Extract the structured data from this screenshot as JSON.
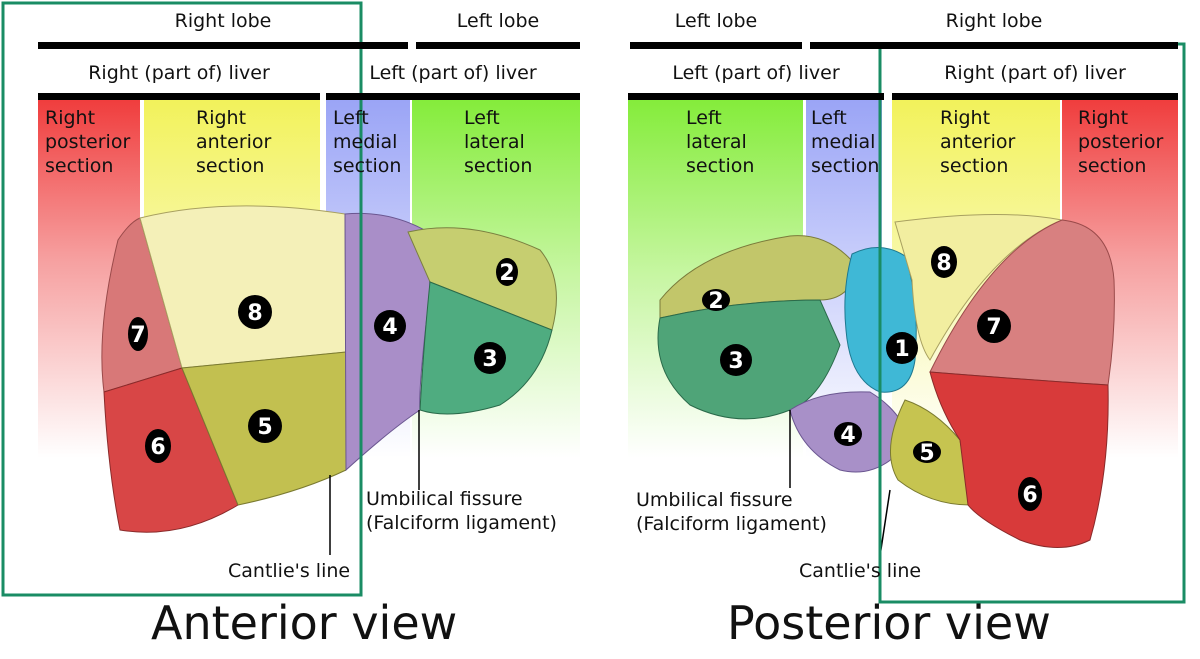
{
  "anterior": {
    "lobes": [
      "Right lobe",
      "Left lobe"
    ],
    "parts": [
      "Right (part of) liver",
      "Left (part of) liver"
    ],
    "sections": {
      "right_posterior": [
        "Right",
        "posterior",
        "section"
      ],
      "right_anterior": [
        "Right",
        "anterior",
        "section"
      ],
      "left_medial": [
        "Left",
        "medial",
        "section"
      ],
      "left_lateral": [
        "Left",
        "lateral",
        "section"
      ]
    },
    "segments": [
      "7",
      "8",
      "6",
      "5",
      "4",
      "2",
      "3"
    ],
    "fissure": [
      "Umbilical fissure",
      "(Falciform ligament)"
    ],
    "cantlie": "Cantlie's line",
    "caption": "Anterior view"
  },
  "posterior": {
    "lobes": [
      "Left lobe",
      "Right lobe"
    ],
    "parts": [
      "Left (part of) liver",
      "Right (part of) liver"
    ],
    "sections": {
      "left_lateral": [
        "Left",
        "lateral",
        "section"
      ],
      "left_medial": [
        "Left",
        "medial",
        "section"
      ],
      "right_anterior": [
        "Right",
        "anterior",
        "section"
      ],
      "right_posterior": [
        "Right",
        "posterior",
        "section"
      ]
    },
    "segments": [
      "2",
      "3",
      "1",
      "8",
      "7",
      "4",
      "5",
      "6"
    ],
    "fissure": [
      "Umbilical fissure",
      "(Falciform ligament)"
    ],
    "cantlie": "Cantlie's line",
    "caption": "Posterior view"
  },
  "colors": {
    "right_posterior": "#f04444",
    "right_anterior": "#f0f060",
    "left_medial": "#a0aaf8",
    "left_lateral": "#88ee44",
    "highlight_box": "#1a8c64",
    "caudate": "#3fb8d6"
  }
}
